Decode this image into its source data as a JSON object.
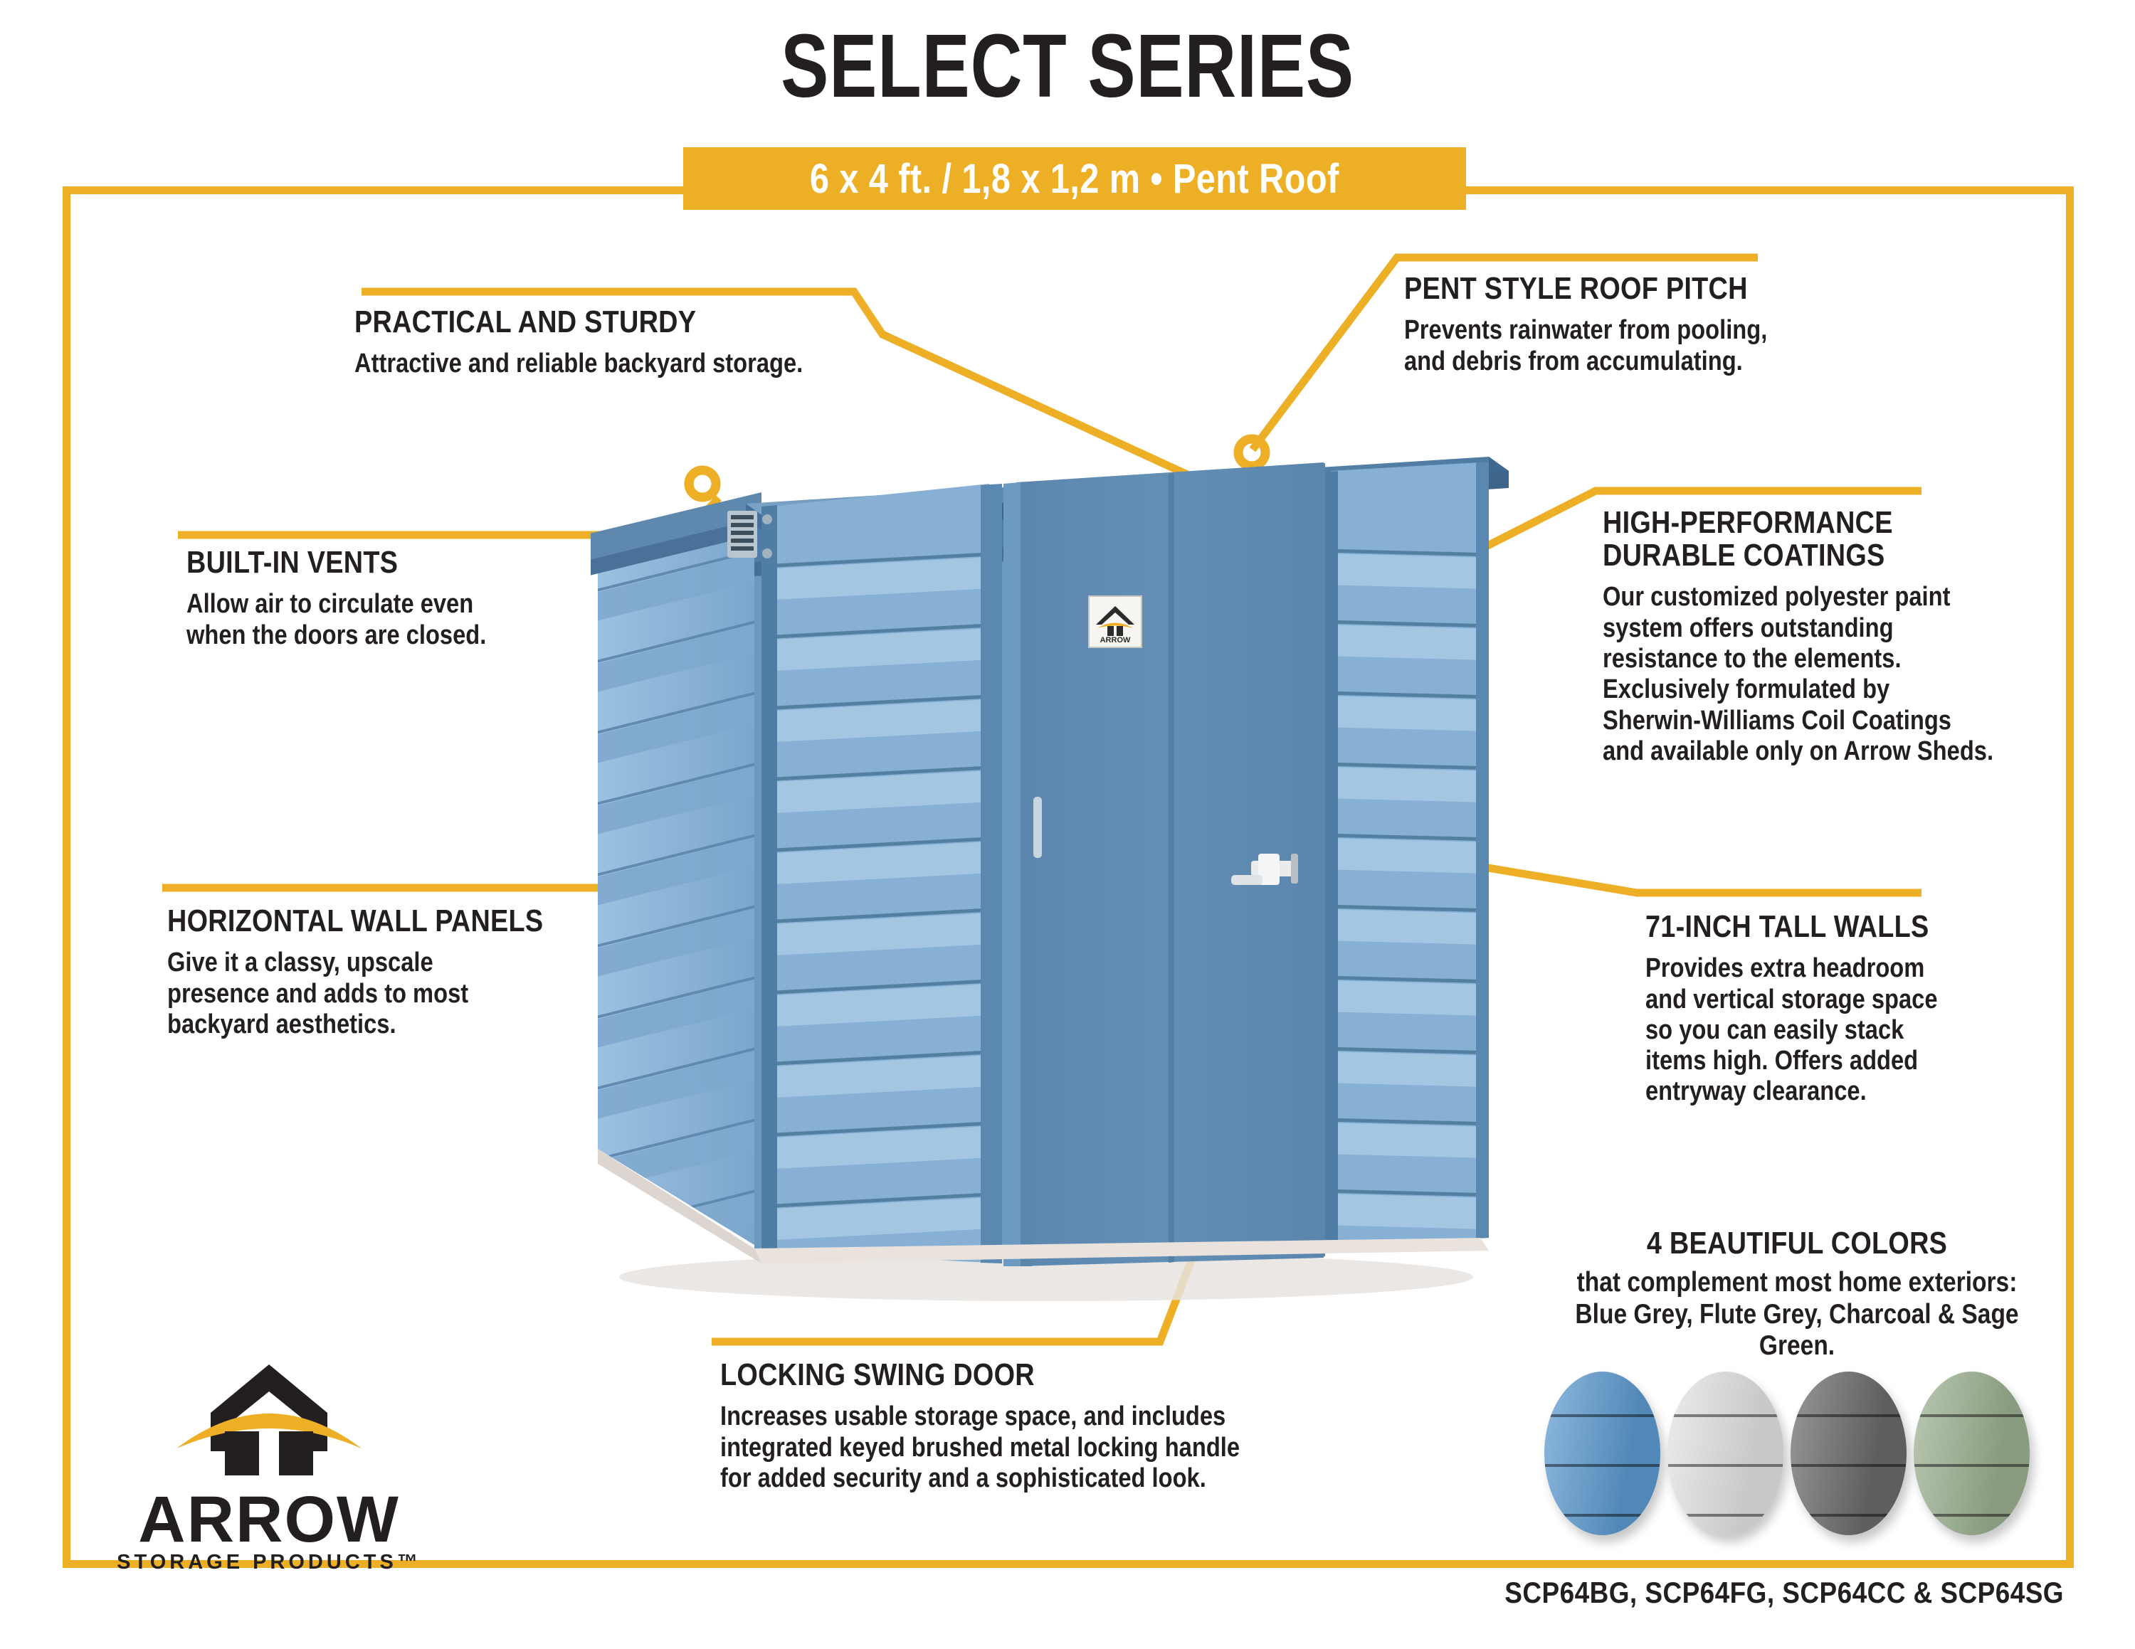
{
  "header": {
    "title": "SELECT SERIES",
    "subtitle": "6 x 4 ft. / 1,8 x 1,2 m  •  Pent Roof"
  },
  "callouts": [
    {
      "id": "practical",
      "title": "PRACTICAL AND STURDY",
      "body": "Attractive and reliable backyard storage."
    },
    {
      "id": "vents",
      "title": "BUILT-IN VENTS",
      "body": "Allow air to circulate even\nwhen the doors are closed."
    },
    {
      "id": "panels",
      "title": "HORIZONTAL WALL PANELS",
      "body": "Give it a classy, upscale\npresence and adds to most\nbackyard aesthetics."
    },
    {
      "id": "door",
      "title": "LOCKING SWING DOOR",
      "body": "Increases usable storage space, and includes\nintegrated keyed brushed metal locking handle\nfor added security and a sophisticated look."
    },
    {
      "id": "pent",
      "title": "PENT STYLE ROOF PITCH",
      "body": "Prevents rainwater from pooling,\nand debris from accumulating."
    },
    {
      "id": "coatings",
      "title": "HIGH-PERFORMANCE\nDURABLE COATINGS",
      "body": "Our customized polyester paint\nsystem offers outstanding\nresistance to the elements.\nExclusively formulated by\nSherwin-Williams Coil Coatings\nand available only on Arrow Sheds."
    },
    {
      "id": "walls",
      "title": "71-INCH TALL WALLS",
      "body": "Provides extra headroom\nand vertical storage space\nso you can easily stack\nitems high. Offers added\nentryway clearance."
    },
    {
      "id": "colors",
      "title": "4 BEAUTIFUL COLORS",
      "body": "that complement most home exteriors:\nBlue Grey, Flute Grey, Charcoal & Sage Green."
    }
  ],
  "swatches": [
    {
      "name": "Blue Grey",
      "hex": "#5d9bd1"
    },
    {
      "name": "Flute Grey",
      "hex": "#e3e5e4"
    },
    {
      "name": "Charcoal",
      "hex": "#6d6a6c"
    },
    {
      "name": "Sage Green",
      "hex": "#9cb291"
    }
  ],
  "logo": {
    "wordmark": "ARROW",
    "tagline": "STORAGE PRODUCTS™",
    "badge_text": "ARROW"
  },
  "footer": {
    "sku": "SCP64BG, SCP64FG, SCP64CC & SCP64SG"
  },
  "colors": {
    "accent": "#ECAF26",
    "text": "#231f20",
    "shed_body": "#6f9ac1",
    "shed_dark": "#4d7ba4",
    "shed_light": "#8cb6d8",
    "background": "#ffffff"
  }
}
